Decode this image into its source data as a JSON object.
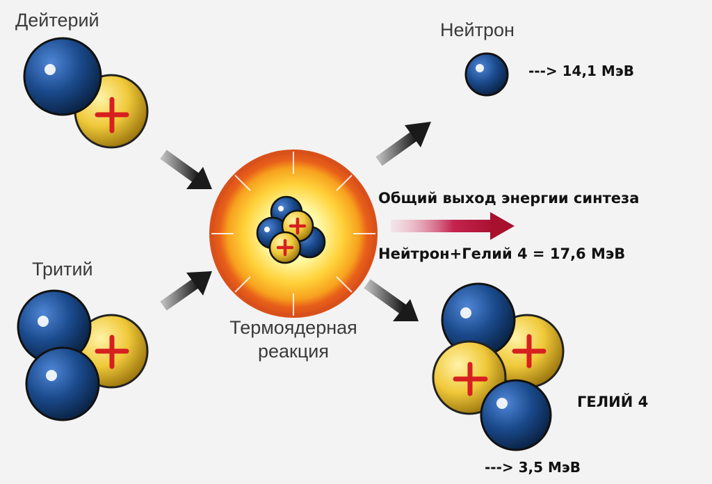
{
  "labels": {
    "deuterium": "Дейтерий",
    "tritium": "Тритий",
    "reaction_line1": "Термоядерная",
    "reaction_line2": "реакция",
    "neutron": "Нейтрон",
    "neutron_energy": "---> 14,1 МэВ",
    "total_title": "Общий выход энергии синтеза",
    "total_formula": "Нейтрон+Гелий 4 = 17,6 МэВ",
    "helium": "ГЕЛИЙ 4",
    "helium_energy": "---> 3,5 МэВ"
  },
  "colors": {
    "neutron": "#1a4a8c",
    "proton": "#f0c93a",
    "plus": "#d62020",
    "arrow_dark": "#222222",
    "energy_arrow": "#b0103a",
    "core_outer": "#e8601a",
    "core_inner": "#fff27a"
  }
}
